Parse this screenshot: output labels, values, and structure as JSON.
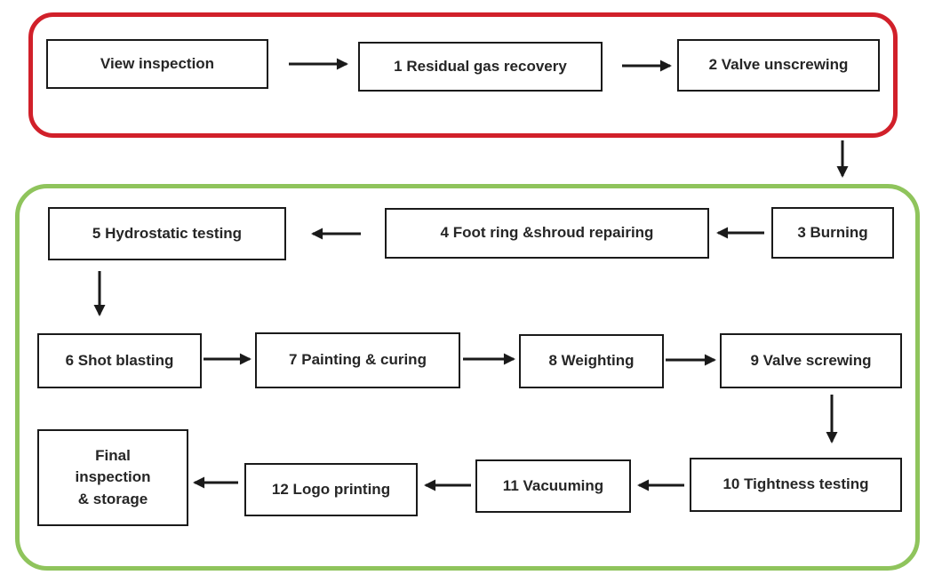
{
  "colors": {
    "stage1_border": "#d1202a",
    "stage2_border": "#8fc45c",
    "node_border": "#1a1a1a",
    "arrow": "#1a1a1a",
    "text": "#262626",
    "background": "#ffffff"
  },
  "diagram": {
    "type": "flowchart",
    "nodes": {
      "view_inspection": {
        "label": "View inspection"
      },
      "residual_gas_recovery": {
        "label": "1 Residual gas recovery"
      },
      "valve_unscrewing": {
        "label": "2 Valve unscrewing"
      },
      "burning": {
        "label": "3 Burning"
      },
      "foot_ring_shroud_repairing": {
        "label": "4 Foot ring &shroud repairing"
      },
      "hydrostatic_testing": {
        "label": "5 Hydrostatic testing"
      },
      "shot_blasting": {
        "label": "6 Shot blasting"
      },
      "painting_curing": {
        "label": "7 Painting & curing"
      },
      "weighting": {
        "label": "8 Weighting"
      },
      "valve_screwing": {
        "label": "9 Valve screwing"
      },
      "tightness_testing": {
        "label": "10 Tightness testing"
      },
      "vacuuming": {
        "label": "11 Vacuuming"
      },
      "logo_printing": {
        "label": "12 Logo printing"
      },
      "final_inspection_storage": {
        "label": "Final inspection & storage",
        "lines": [
          "Final",
          "inspection",
          "& storage"
        ]
      }
    },
    "connections": [
      [
        "View inspection",
        "1 Residual gas recovery"
      ],
      [
        "1 Residual gas recovery",
        "2 Valve unscrewing"
      ],
      [
        "2 Valve unscrewing",
        "3 Burning"
      ],
      [
        "3 Burning",
        "4 Foot ring &shroud repairing"
      ],
      [
        "4 Foot ring &shroud repairing",
        "5 Hydrostatic testing"
      ],
      [
        "5 Hydrostatic testing",
        "6 Shot blasting"
      ],
      [
        "6 Shot blasting",
        "7 Painting & curing"
      ],
      [
        "7 Painting & curing",
        "8 Weighting"
      ],
      [
        "8 Weighting",
        "9 Valve screwing"
      ],
      [
        "9 Valve screwing",
        "10 Tightness testing"
      ],
      [
        "10 Tightness testing",
        "11 Vacuuming"
      ],
      [
        "11 Vacuuming",
        "12 Logo printing"
      ],
      [
        "12 Logo printing",
        "Final inspection & storage"
      ]
    ]
  }
}
